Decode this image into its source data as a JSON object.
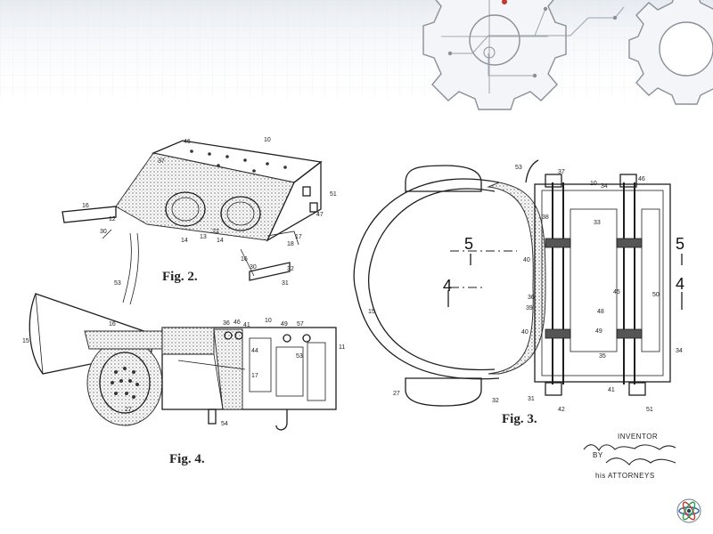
{
  "figures": {
    "fig2": {
      "caption": "Fig. 2.",
      "labels": [
        "46",
        "10",
        "37",
        "16",
        "12",
        "14",
        "13",
        "22",
        "14",
        "16",
        "30",
        "51",
        "47",
        "17",
        "18",
        "30",
        "32",
        "31",
        "53"
      ]
    },
    "fig3": {
      "caption": "Fig. 3.",
      "section_marks": [
        "5",
        "4",
        "5",
        "4"
      ],
      "labels": [
        "53",
        "37",
        "10",
        "34",
        "46",
        "38",
        "33",
        "40",
        "15",
        "36",
        "39",
        "45",
        "50",
        "48",
        "40",
        "49",
        "35",
        "34",
        "27",
        "32",
        "31",
        "42",
        "41",
        "51"
      ]
    },
    "fig4": {
      "caption": "Fig. 4.",
      "labels": [
        "15",
        "16",
        "36",
        "46",
        "41",
        "10",
        "49",
        "57",
        "11",
        "44",
        "53",
        "17",
        "27",
        "54"
      ]
    }
  },
  "inventor_block": {
    "title": "INVENTOR",
    "by": "BY",
    "role": "his ATTORNEYS"
  },
  "colors": {
    "ink": "#1e1e1e",
    "banner_tint": "#e6ebf1",
    "gear_outline": "#8a9099",
    "accent_dot": "#c0392b"
  },
  "icons": {
    "corner_logo": "atom-logo-icon",
    "banner_gears": "gear-icon"
  }
}
